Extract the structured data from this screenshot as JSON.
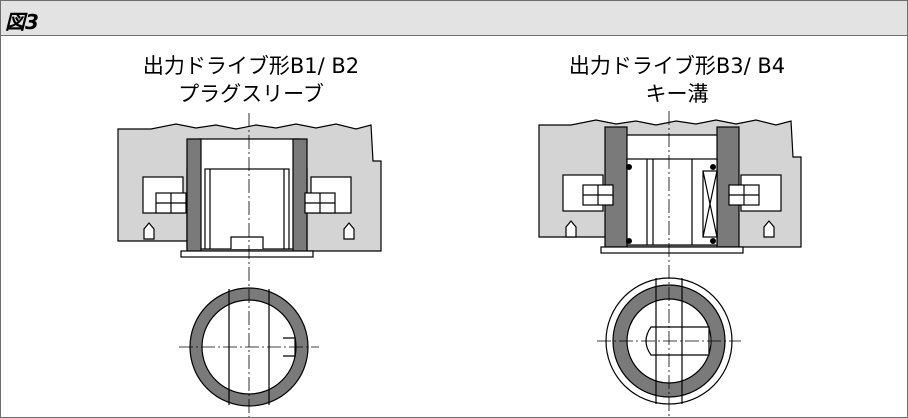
{
  "figure": {
    "label": "図3",
    "left": {
      "title_line1": "出力ドライブ形B1/ B2",
      "title_line2": "プラグスリーブ"
    },
    "right": {
      "title_line1": "出力ドライブ形B3/ B4",
      "title_line2": "キー溝"
    }
  },
  "colors": {
    "header_bg": "#e3e3e3",
    "housing_fill": "#d4d4d4",
    "sleeve_fill": "#7a7a7a",
    "line": "#000000"
  }
}
